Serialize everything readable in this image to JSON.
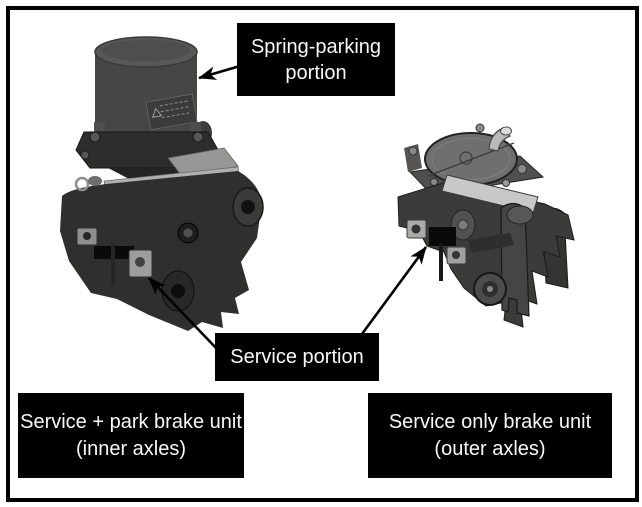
{
  "diagram": {
    "callouts": [
      {
        "text": "Spring-parking portion"
      },
      {
        "text": "Service portion"
      }
    ],
    "captions": [
      {
        "line1": "Service + park brake unit",
        "line2": "(inner axles)"
      },
      {
        "line1": "Service only brake unit",
        "line2": "(outer axles)"
      }
    ],
    "colors": {
      "label_bg": "#000000",
      "label_text": "#f8f8f8",
      "frame": "#000000",
      "background": "#ffffff",
      "arrow": "#000000"
    }
  }
}
